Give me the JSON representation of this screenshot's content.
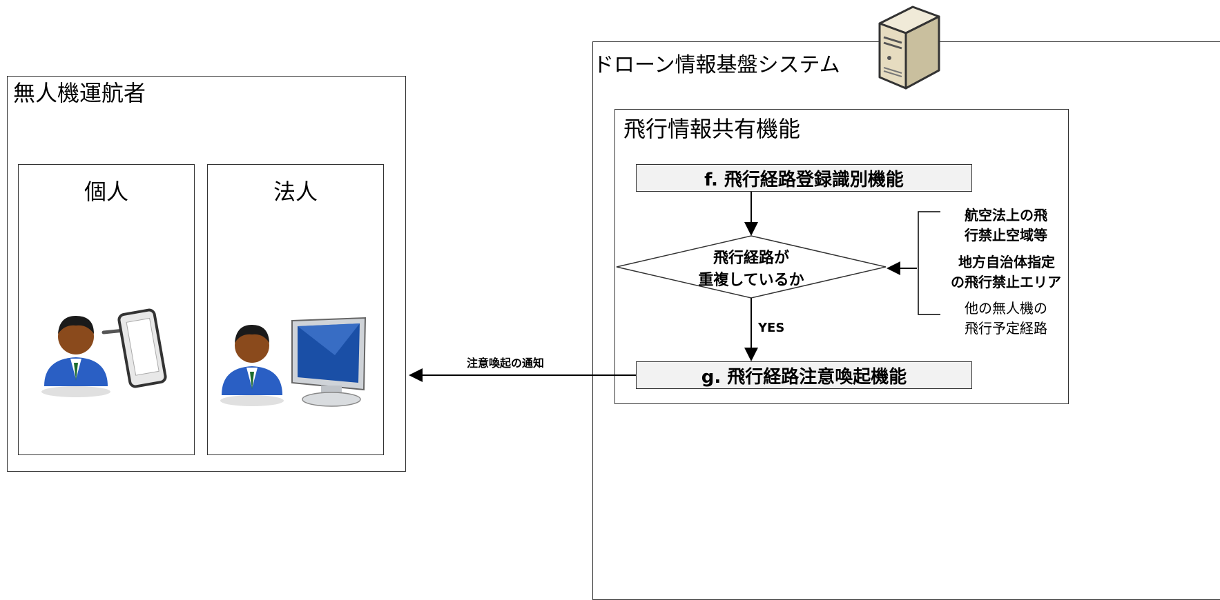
{
  "operator": {
    "title": "無人機運航者",
    "individual": {
      "label": "個人"
    },
    "corporation": {
      "label": "法人"
    }
  },
  "system": {
    "title": "ドローン情報基盤システム",
    "sharing": {
      "title": "飛行情報共有機能",
      "func_f": "f. 飛行経路登録識別機能",
      "decision_line1": "飛行経路が",
      "decision_line2": "重複しているか",
      "yes_label": "YES",
      "func_g": "g. 飛行経路注意喚起機能",
      "inputs": {
        "item1_line1": "航空法上の飛",
        "item1_line2": "行禁止空域等",
        "item2_line1": "地方自治体指定",
        "item2_line2": "の飛行禁止エリア",
        "item3_line1": "他の無人機の",
        "item3_line2": "飛行予定経路"
      }
    }
  },
  "arrow_label": "注意喚起の通知",
  "icons": {
    "server": "server-icon",
    "user_tablet": "user-with-tablet-icon",
    "user_monitor": "user-with-monitor-icon"
  },
  "colors": {
    "border": "#333333",
    "func_fill": "#f2f2f2",
    "user_suit": "#2a5fc4",
    "user_skin": "#8a4a1c",
    "monitor_screen": "#1a4fa6"
  }
}
